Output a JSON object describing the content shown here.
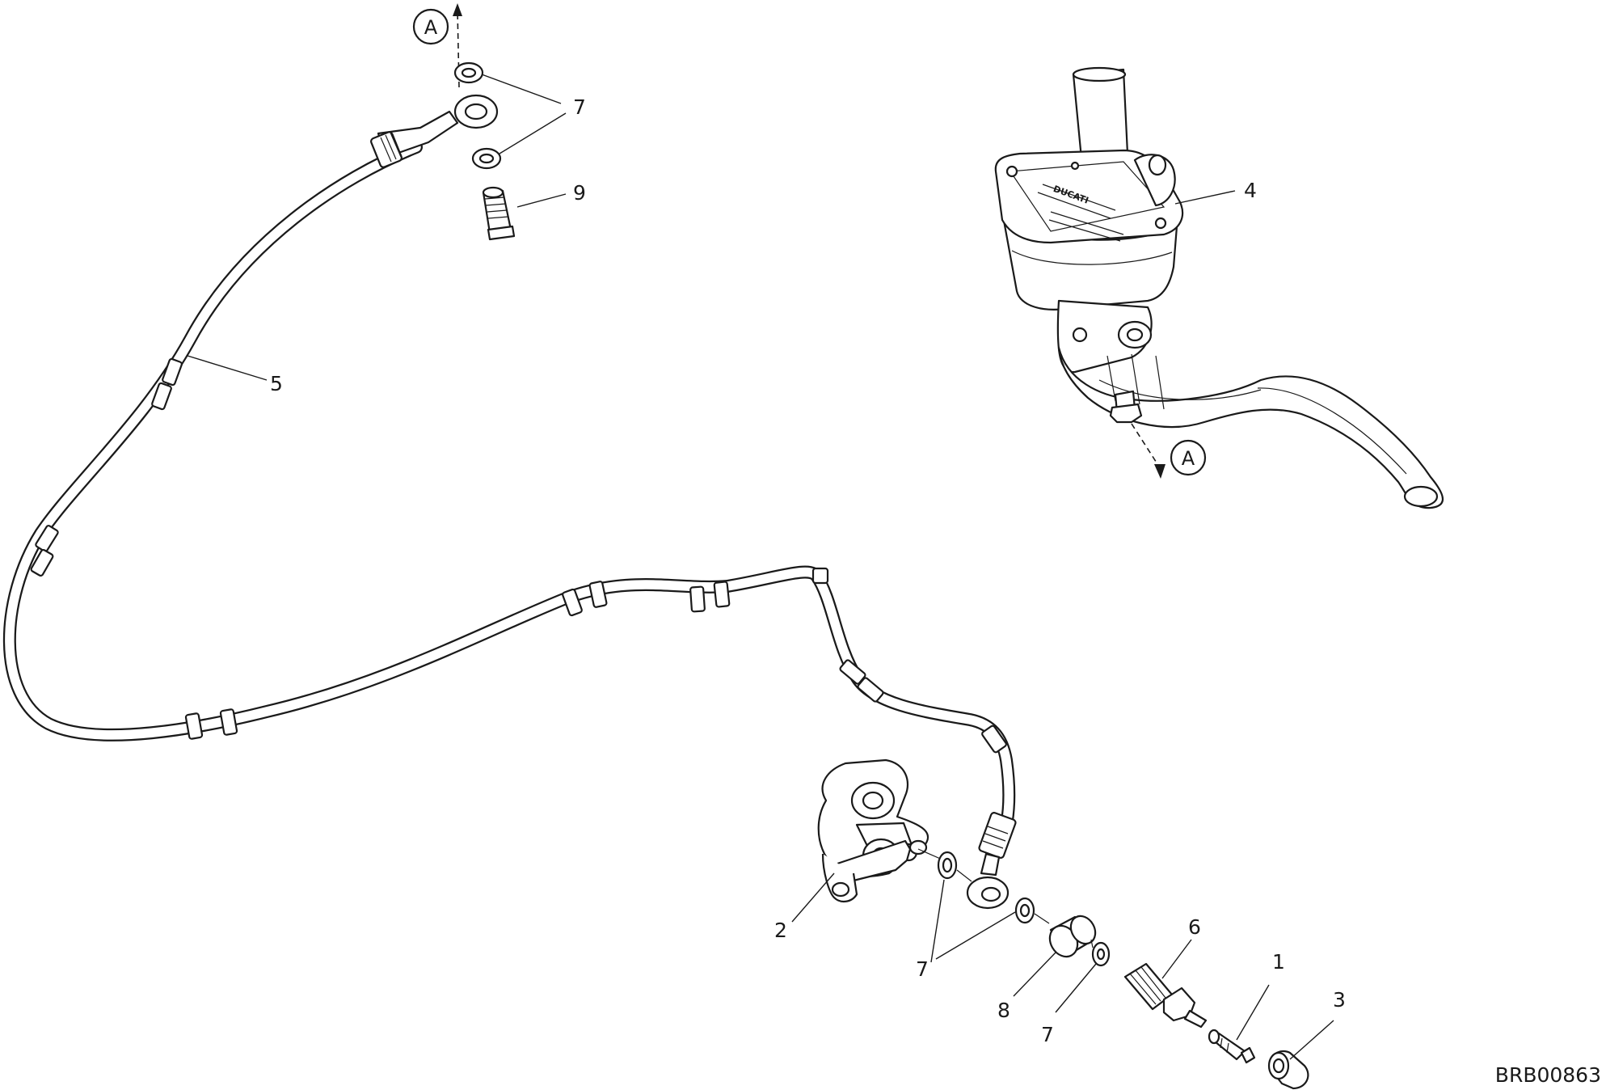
{
  "diagram": {
    "reference_code": "BRB00863",
    "section_marker": "A",
    "callouts": [
      {
        "id": "c7a",
        "label": "7"
      },
      {
        "id": "c9",
        "label": "9"
      },
      {
        "id": "c4",
        "label": "4"
      },
      {
        "id": "c5",
        "label": "5"
      },
      {
        "id": "c2",
        "label": "2"
      },
      {
        "id": "c7b",
        "label": "7"
      },
      {
        "id": "c6",
        "label": "6"
      },
      {
        "id": "c1",
        "label": "1"
      },
      {
        "id": "c3",
        "label": "3"
      },
      {
        "id": "c8",
        "label": "8"
      },
      {
        "id": "c7c",
        "label": "7"
      }
    ],
    "cap_brand": "DUCATI"
  },
  "colors": {
    "ink": "#1a1a1a",
    "paper": "#ffffff"
  }
}
